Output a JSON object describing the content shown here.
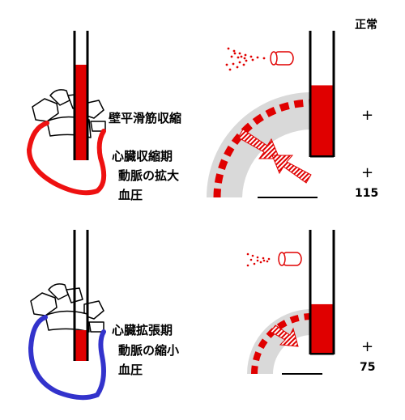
{
  "header": {
    "normal_label": "正常"
  },
  "systole": {
    "wall_label": "壁平滑筋収縮",
    "phase_label": "心臓収縮期",
    "artery_label": "動脈の拡大",
    "pressure_label": "血圧",
    "sign_wall": "+",
    "sign_pressure": "+",
    "pressure_value": "115",
    "fill_level": 0.85
  },
  "diastole": {
    "phase_label": "心臓拡張期",
    "artery_label": "動脈の縮小",
    "pressure_label": "血圧",
    "sign_pressure": "+",
    "pressure_value": "75",
    "fill_level": 0.45
  },
  "colors": {
    "blood": "#e00000",
    "heart_systole": "#ee1111",
    "heart_diastole": "#3333cc",
    "vessel_wall": "#d9d9d9"
  }
}
